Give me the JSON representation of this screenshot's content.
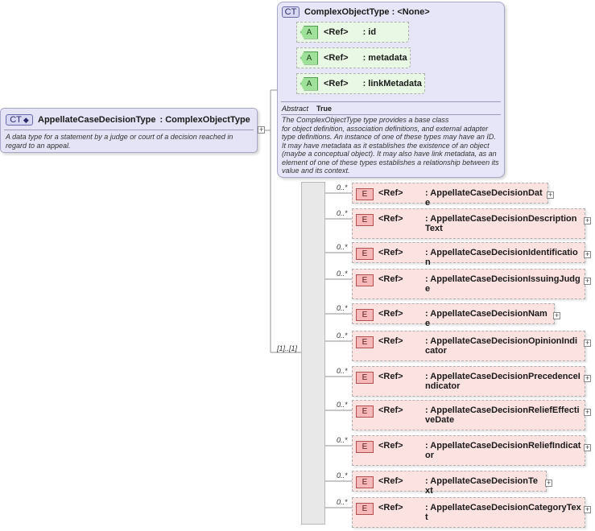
{
  "main_type": {
    "badge": "CT",
    "name": "AppellateCaseDecisionType",
    "base": ": ComplexObjectType",
    "description_lines": [
      "A data type for a statement by a judge or court of a decision reached in",
      "regard to an appeal."
    ]
  },
  "base_type": {
    "badge": "CT",
    "title": "ComplexObjectType : <None>",
    "attributes": [
      {
        "badge": "A",
        "ref": "<Ref>",
        "name": ": id"
      },
      {
        "badge": "A",
        "ref": "<Ref>",
        "name": ": metadata"
      },
      {
        "badge": "A",
        "ref": "<Ref>",
        "name": ": linkMetadata"
      }
    ],
    "abstract_label": "Abstract",
    "abstract_value": "True",
    "description_lines": [
      "The ComplexObjectType type provides a base class",
      "for object definition, association definitions, and external adapter",
      "type definitions. An instance of one of these types may have an ID.",
      "It may have metadata as it establishes the existence of an object",
      "(maybe a conceptual object). It may also have link metadata, as an",
      "element of one of these types establishes a relationship between its",
      "value and its context."
    ]
  },
  "sequence": {
    "cardinality": "[1]..[1]"
  },
  "elements": [
    {
      "badge": "E",
      "cardinality": "0..*",
      "ref": "<Ref>",
      "name": ": AppellateCaseDecisionDate"
    },
    {
      "badge": "E",
      "cardinality": "0..*",
      "ref": "<Ref>",
      "name": ": AppellateCaseDecisionDescriptionText"
    },
    {
      "badge": "E",
      "cardinality": "0..*",
      "ref": "<Ref>",
      "name": ": AppellateCaseDecisionIdentification"
    },
    {
      "badge": "E",
      "cardinality": "0..*",
      "ref": "<Ref>",
      "name": ": AppellateCaseDecisionIssuingJudge"
    },
    {
      "badge": "E",
      "cardinality": "0..*",
      "ref": "<Ref>",
      "name": ": AppellateCaseDecisionName"
    },
    {
      "badge": "E",
      "cardinality": "0..*",
      "ref": "<Ref>",
      "name": ": AppellateCaseDecisionOpinionIndicator"
    },
    {
      "badge": "E",
      "cardinality": "0..*",
      "ref": "<Ref>",
      "name": ": AppellateCaseDecisionPrecedenceIndicator"
    },
    {
      "badge": "E",
      "cardinality": "0..*",
      "ref": "<Ref>",
      "name": ": AppellateCaseDecisionReliefEffectiveDate"
    },
    {
      "badge": "E",
      "cardinality": "0..*",
      "ref": "<Ref>",
      "name": ": AppellateCaseDecisionReliefIndicator"
    },
    {
      "badge": "E",
      "cardinality": "0..*",
      "ref": "<Ref>",
      "name": ": AppellateCaseDecisionText"
    },
    {
      "badge": "E",
      "cardinality": "0..*",
      "ref": "<Ref>",
      "name": ": AppellateCaseDecisionCategoryText"
    }
  ],
  "expand_glyph": "+",
  "colors": {
    "complex_type_bg": "#e4e4f6",
    "attribute_bg": "#e8f8e4",
    "element_bg": "#fde2e2",
    "sequence_bg": "#e8e8e8"
  }
}
